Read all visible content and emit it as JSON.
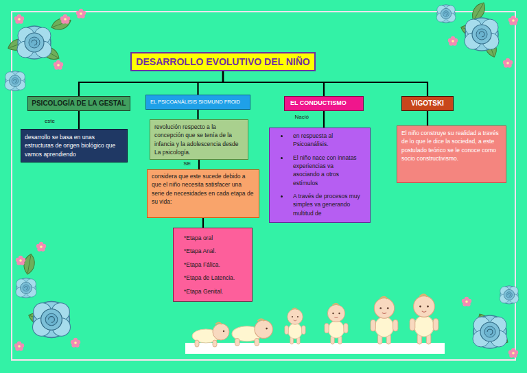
{
  "diagram": {
    "nodes": [
      {
        "text": [
          "DESARROLLO EVOLUTIVO DEL NIÑO"
        ]
      },
      {
        "text": [
          "PSICOLOGÍA DE LA GESTAL"
        ]
      },
      {
        "text": [
          "desarrollo se basa en unas estructuras de origen biológico que vamos aprendiendo"
        ]
      },
      {
        "text": [
          "EL PSICOANÁLISIS SIGMUND FROID"
        ]
      },
      {
        "text": [
          "revolución respecto a la concepción que se tenía de la infancia y la adolescencia desde La psicología."
        ]
      },
      {
        "text": [
          "considera que este sucede debido a que el niño necesita satisfacer una serie de necesidades en cada etapa de su vida:"
        ]
      },
      {
        "text": [
          "*Etapa oral",
          "*Etapa Anal.",
          "*Etapa Fálica.",
          "*Etapa de Latencia.",
          "*Etapa Genital."
        ]
      },
      {
        "text": [
          "EL CONDUCTISMO"
        ]
      },
      {
        "text": [
          "en respuesta al Psicoanálisis.",
          "El niño nace con innatas experiencias va asociando a otros estímulos",
          "A través de procesos muy simples va generando multitud de"
        ]
      },
      {
        "text": [
          "VIGOTSKI"
        ]
      },
      {
        "text": [
          "El niño construye su realidad a través de lo que le dice la sociedad, a este postulado teórico se le conoce como socio constructivismo."
        ]
      }
    ],
    "edges": [
      {
        "from": 0,
        "to": 1,
        "arrow": "none"
      },
      {
        "from": 0,
        "to": 3,
        "arrow": "none"
      },
      {
        "from": 0,
        "to": 7,
        "arrow": "none"
      },
      {
        "from": 0,
        "to": 9,
        "arrow": "none"
      },
      {
        "from": 1,
        "to": 2,
        "label": "este",
        "arrow": "none"
      },
      {
        "from": 3,
        "to": 4,
        "arrow": "none"
      },
      {
        "from": 4,
        "to": 5,
        "label": "SE",
        "arrow": "none"
      },
      {
        "from": 5,
        "to": 6,
        "arrow": "none"
      },
      {
        "from": 7,
        "to": 8,
        "label": "Nació",
        "arrow": "none"
      },
      {
        "from": 9,
        "to": 10,
        "arrow": "none"
      }
    ]
  }
}
